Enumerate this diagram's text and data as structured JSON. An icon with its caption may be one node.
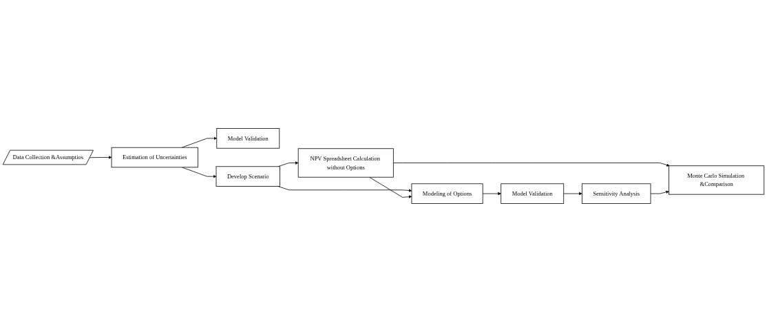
{
  "diagram": {
    "nodes": [
      {
        "text": [
          "Model Validation"
        ]
      },
      {
        "text": [
          "Estimation of Uncertainties"
        ]
      },
      {
        "text": [
          "Data Collection &Assumptios"
        ]
      },
      {
        "text": [
          "Develop Scenario"
        ]
      },
      {
        "text": [
          "NPV Spreadsheet Calculation without Options"
        ]
      },
      {
        "text": [
          "Modeling of Options"
        ]
      },
      {
        "text": [
          "Model Validation"
        ]
      },
      {
        "text": [
          "Sensitivity Analysis"
        ]
      },
      {
        "text": [
          "Monte Carlo Simulation &Comparison"
        ]
      }
    ],
    "edges": [
      {
        "from": 2,
        "to": 1,
        "arrow": "to"
      },
      {
        "from": 1,
        "to": 0,
        "arrow": "to"
      },
      {
        "from": 1,
        "to": 3,
        "arrow": "to"
      },
      {
        "from": 3,
        "to": 4,
        "arrow": "to"
      },
      {
        "from": 3,
        "to": 5,
        "arrow": "to"
      },
      {
        "from": 4,
        "to": 5,
        "arrow": "to"
      },
      {
        "from": 4,
        "to": 8,
        "arrow": "to"
      },
      {
        "from": 5,
        "to": 6,
        "arrow": "to"
      },
      {
        "from": 6,
        "to": 7,
        "arrow": "to"
      },
      {
        "from": 7,
        "to": 8,
        "arrow": "to"
      }
    ]
  }
}
